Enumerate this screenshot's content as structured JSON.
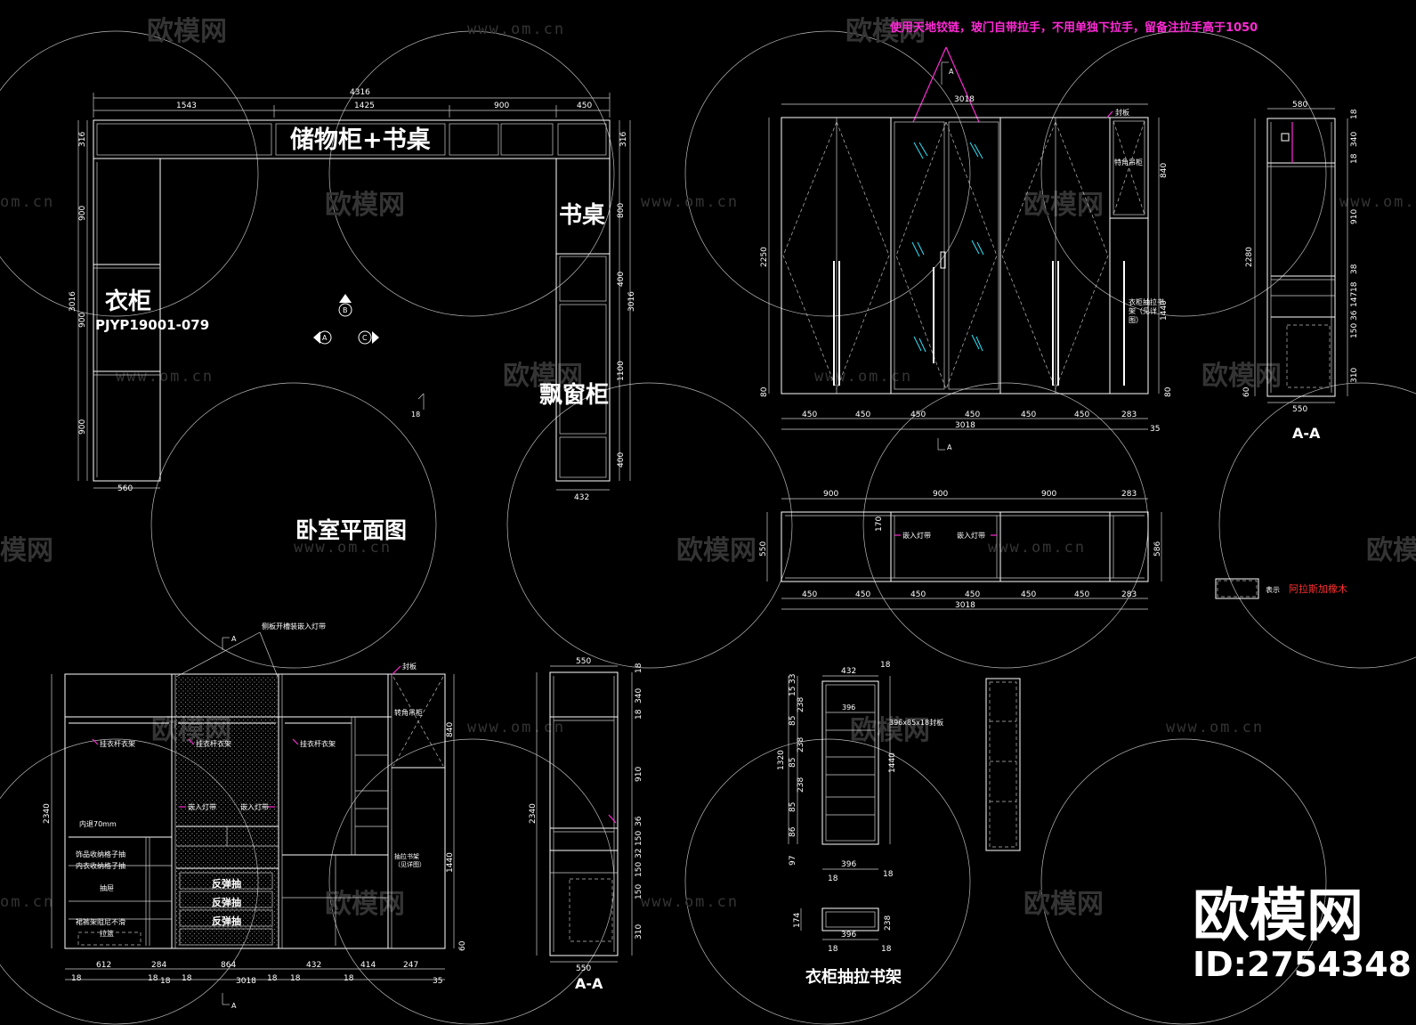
{
  "watermark": {
    "brand": "欧模网",
    "url": "www.om.cn",
    "url_short": "om.cn",
    "partial": "模网"
  },
  "brand_block": {
    "name": "欧模网",
    "id": "ID:2754348"
  },
  "plan": {
    "title": "卧室平面图",
    "storage_label": "储物柜+书桌",
    "wardrobe_label": "衣柜",
    "wardrobe_code": "PJYP19001-079",
    "desk_label": "书桌",
    "baywindow_label": "飘窗柜",
    "view_a": "A",
    "view_b": "B",
    "view_c": "C",
    "dims": {
      "total": "4316",
      "d1": "1543",
      "d2": "1425",
      "d3": "900",
      "d4": "450",
      "left_top": "316",
      "left1": "900",
      "left2": "900",
      "left3": "900",
      "left_total": "3016",
      "right_top": "316",
      "right1": "800",
      "right2": "400",
      "right3": "1100",
      "right4": "400",
      "right_total": "3016",
      "bottom_left": "560",
      "bottom_right": "432",
      "mark": "18"
    }
  },
  "elevation": {
    "note": "使用天地铰链，玻门自带拉手，不用单独下拉手，留备注拉手高于1050",
    "section_mark": "A",
    "seal_label": "封板",
    "hanging_label": "特角吊柜",
    "pull_label": "衣柜抽拉书架（见详图）",
    "height": "2250",
    "base": "80",
    "top_width": "3018",
    "right_dims": [
      "840",
      "1440"
    ],
    "bottom_dims": [
      "450",
      "450",
      "450",
      "450",
      "450",
      "450",
      "283"
    ],
    "total": "3018",
    "edge": "35"
  },
  "section_aa_top": {
    "label": "A-A",
    "top": "580",
    "bottom": "550",
    "height": "2280",
    "right_dims": [
      "18",
      "340",
      "18",
      "910",
      "38",
      "18",
      "147",
      "36",
      "150",
      "310"
    ],
    "left_base": "60"
  },
  "plan_top": {
    "top_dims": [
      "900",
      "900",
      "900",
      "283"
    ],
    "depth": "550",
    "right_depth": "586",
    "inner": "170",
    "strip1": "嵌入灯带",
    "strip2": "嵌入灯带",
    "bottom_dims": [
      "450",
      "450",
      "450",
      "450",
      "450",
      "450",
      "283"
    ],
    "total": "3018"
  },
  "legend": {
    "text": "表示",
    "highlight": "阿拉斯加橡木"
  },
  "interior": {
    "section_mark": "A",
    "top_note": "侧板开槽装嵌入灯带",
    "seal_label": "封板",
    "hanging_label": "转角吊柜",
    "rod1": "挂衣杆衣架",
    "rod2": "挂衣杆衣架",
    "rod3": "挂衣杆衣架",
    "strip1": "嵌入灯带",
    "strip2": "嵌入灯带",
    "inset": "内退70mm",
    "acc1": "饰品收纳格子抽",
    "acc2": "内衣收纳格子抽",
    "drawer": "抽屉",
    "shoe1": "裙裤架阻尼不滑",
    "shoe2": "拉篮",
    "rev1": "反弹抽",
    "rev2": "反弹抽",
    "rev3": "反弹抽",
    "pull": "抽拉书架（见详图）",
    "height": "2340",
    "right_top": "840",
    "right_bottom": "1440",
    "base": "60",
    "bottom_dims": [
      "612",
      "284",
      "864",
      "432",
      "414",
      "247"
    ],
    "small_dims": [
      "18",
      "18",
      "18",
      "18",
      "18",
      "18",
      "18"
    ],
    "total": "3018",
    "edge": "35"
  },
  "section_aa_bottom": {
    "label": "A-A",
    "top": "550",
    "bottom": "550",
    "height": "2340",
    "right_dims": [
      "18",
      "340",
      "18",
      "910",
      "36",
      "150",
      "32",
      "150",
      "150",
      "310"
    ]
  },
  "pull_shelf": {
    "title": "衣柜抽拉书架",
    "top": "432",
    "top_edge": "18",
    "seal_note": "396x85x18封板",
    "inner": "396",
    "left_dims": [
      "33",
      "15",
      "238",
      "85",
      "238",
      "85",
      "238",
      "85",
      "86",
      "97"
    ],
    "left_total": "1320",
    "right_total": "1440",
    "bottom": "396",
    "bottom_edges": [
      "18",
      "18"
    ],
    "box_w": "396",
    "box_h": "174",
    "box_r": "238",
    "box_edges": [
      "18",
      "18"
    ]
  }
}
